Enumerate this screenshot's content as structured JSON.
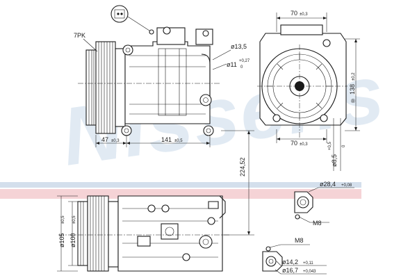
{
  "watermark": {
    "brand": "Nissens",
    "trademark": "®"
  },
  "colors": {
    "stripe_red": "#f2c4c8",
    "stripe_blue": "#c6d4e6",
    "line": "#1a1a1a"
  },
  "labels": {
    "pulley_groove": "7PK",
    "fitting_dia_1": "ø13,5",
    "fitting_dia_2": "ø11",
    "fitting_dia_2_tol_upper": "+0,27",
    "fitting_dia_2_tol_lower": "0",
    "width_top": "70",
    "width_top_tol": "±0,3",
    "height_right": "138",
    "height_right_tol": "±0,2",
    "width_bottom": "70",
    "width_bottom_tol": "±0,3",
    "mount_hole": "ø8,5",
    "mount_hole_tol_upper": "+0,5",
    "mount_hole_tol_lower": "0",
    "offset_left": "47",
    "offset_left_tol": "±0,3",
    "length_main": "141",
    "length_main_tol": "±0,5",
    "length_vertical": "224,52",
    "port_dia_a": "ø28,4",
    "port_dia_a_tol": "+0,08",
    "thread_a": "M8",
    "thread_b": "M8",
    "port_dia_b": "ø14,2",
    "port_dia_b_tol": "+0,11",
    "port_dia_c": "ø16,7",
    "port_dia_c_tol": "+0,043",
    "pulley_dia_outer": "ø105",
    "pulley_dia_outer_tol": "±0,5",
    "pulley_dia_inner": "ø100",
    "pulley_dia_inner_tol": "±0,5"
  }
}
